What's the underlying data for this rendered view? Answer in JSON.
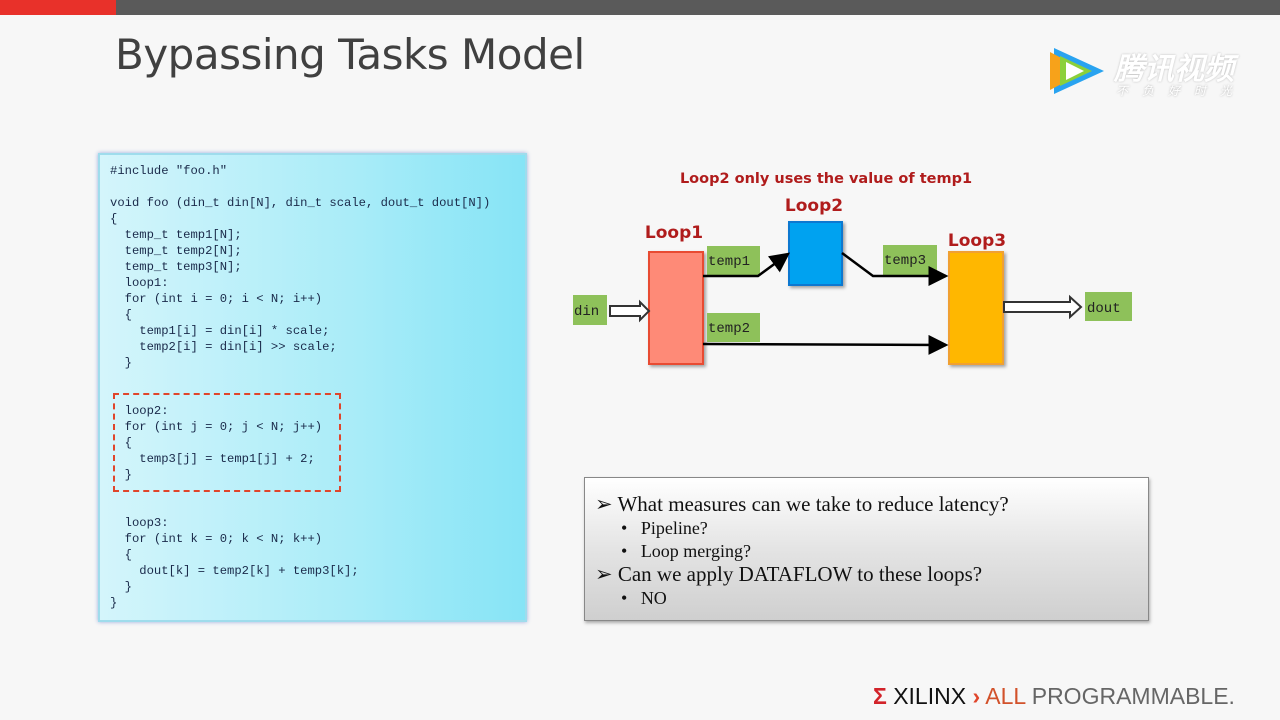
{
  "slide": {
    "title": "Bypassing Tasks Model"
  },
  "watermark": {
    "name": "腾讯视频",
    "tagline": "不负好时光"
  },
  "code": {
    "lines": [
      "#include \"foo.h\"",
      "",
      "void foo (din_t din[N], din_t scale, dout_t dout[N])",
      "{",
      "  temp_t temp1[N];",
      "  temp_t temp2[N];",
      "  temp_t temp3[N];",
      "  loop1:",
      "  for (int i = 0; i < N; i++)",
      "  {",
      "    temp1[i] = din[i] * scale;",
      "    temp2[i] = din[i] >> scale;",
      "  }",
      "",
      "",
      "  loop2:",
      "  for (int j = 0; j < N; j++)",
      "  {",
      "    temp3[j] = temp1[j] + 2;",
      "  }",
      "",
      "",
      "  loop3:",
      "  for (int k = 0; k < N; k++)",
      "  {",
      "    dout[k] = temp2[k] + temp3[k];",
      "  }",
      "}"
    ]
  },
  "diagram": {
    "caption": "Loop2 only uses the value of temp1",
    "loop1": "Loop1",
    "loop2": "Loop2",
    "loop3": "Loop3",
    "din": "din",
    "dout": "dout",
    "temp1": "temp1",
    "temp2": "temp2",
    "temp3": "temp3",
    "colors": {
      "loop1": "#fe8a77",
      "loop2": "#00a2f0",
      "loop3": "#ffb700",
      "label_bg": "#8ec15a",
      "title": "#b01c1c"
    }
  },
  "bullets": {
    "q1": "What measures can we take to reduce latency?",
    "q1_items": [
      "Pipeline?",
      "Loop merging?"
    ],
    "q2": "Can we apply DATAFLOW to these loops?",
    "q2_items": [
      "NO"
    ]
  },
  "footer": {
    "brand": "XILINX",
    "tagline_1": "ALL",
    "tagline_2": "PROGRAMMABLE."
  }
}
